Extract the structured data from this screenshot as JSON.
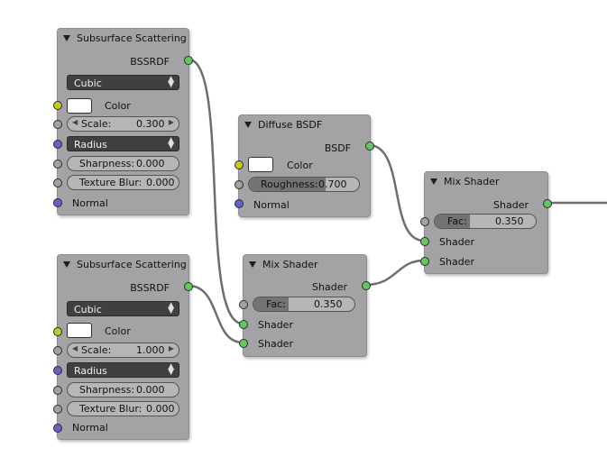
{
  "nodes": {
    "sss1": {
      "title": "Subsurface Scattering",
      "output": "BSSRDF",
      "falloff": "Cubic",
      "color_label": "Color",
      "scale_label": "Scale:",
      "scale_value": "0.300",
      "radius_label": "Radius",
      "sharpness_label": "Sharpness:",
      "sharpness_value": "0.000",
      "texture_blur_label": "Texture Blur:",
      "texture_blur_value": "0.000",
      "normal_label": "Normal"
    },
    "sss2": {
      "title": "Subsurface Scattering",
      "output": "BSSRDF",
      "falloff": "Cubic",
      "color_label": "Color",
      "scale_label": "Scale:",
      "scale_value": "1.000",
      "radius_label": "Radius",
      "sharpness_label": "Sharpness:",
      "sharpness_value": "0.000",
      "texture_blur_label": "Texture Blur:",
      "texture_blur_value": "0.000",
      "normal_label": "Normal"
    },
    "diffuse": {
      "title": "Diffuse BSDF",
      "output": "BSDF",
      "color_label": "Color",
      "roughness_label": "Roughness:",
      "roughness_value": "0.700",
      "roughness_fraction": 0.7,
      "normal_label": "Normal"
    },
    "mix1": {
      "title": "Mix Shader",
      "output": "Shader",
      "fac_label": "Fac:",
      "fac_value": "0.350",
      "fac_fraction": 0.35,
      "input1": "Shader",
      "input2": "Shader"
    },
    "mix2": {
      "title": "Mix Shader",
      "output": "Shader",
      "fac_label": "Fac:",
      "fac_value": "0.350",
      "fac_fraction": 0.35,
      "input1": "Shader",
      "input2": "Shader"
    }
  },
  "colors": {
    "node_bg": "#a3a2a5",
    "socket_shader": "#63c763",
    "socket_color": "#c7c729",
    "socket_value": "#a1a1a1",
    "socket_vector": "#6363c7",
    "wire": "#6e6e6e"
  }
}
